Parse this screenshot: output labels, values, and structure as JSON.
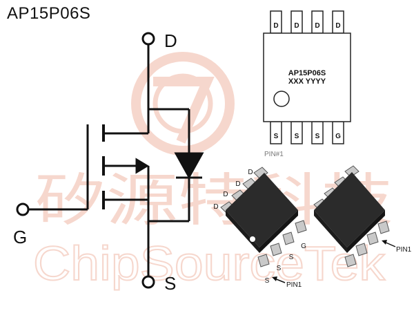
{
  "part_number": "AP15P06S",
  "watermark": {
    "chinese": "矽源特科技",
    "latin": "ChipSourceTek",
    "color": "#f6d3c8"
  },
  "schematic": {
    "drain_label": "D",
    "gate_label": "G",
    "source_label": "S"
  },
  "top_view": {
    "top_pins": [
      "D",
      "D",
      "D",
      "D"
    ],
    "bottom_pins": [
      "S",
      "S",
      "S",
      "G"
    ],
    "marking_line1": "AP15P06S",
    "marking_line2": "XXX YYYY",
    "pin1_label": "PIN#1"
  },
  "package_3d_left": {
    "drain_pins": [
      "D",
      "D",
      "D",
      "D"
    ],
    "lower_pins": [
      "S",
      "S",
      "S",
      "G"
    ],
    "pin1_label": "PIN1"
  },
  "package_3d_right": {
    "pin1_label": "PIN1"
  }
}
